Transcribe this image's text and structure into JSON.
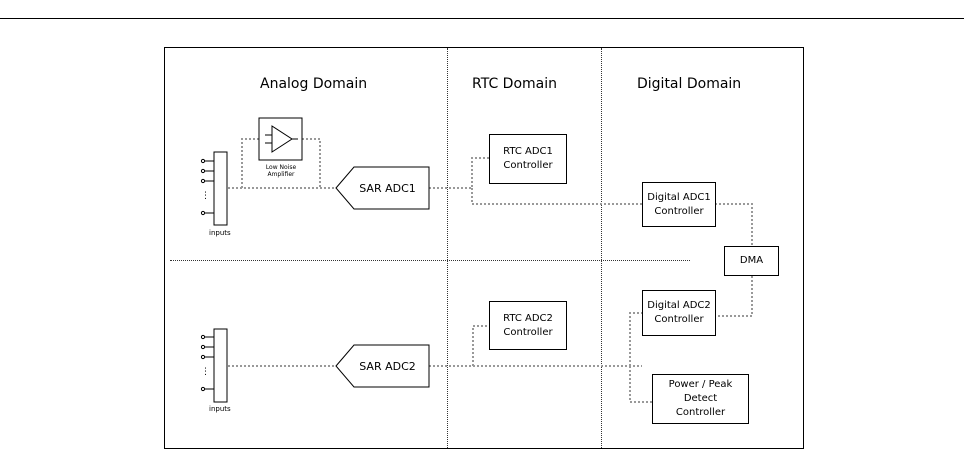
{
  "domains": {
    "analog": "Analog Domain",
    "rtc": "RTC Domain",
    "digital": "Digital Domain"
  },
  "blocks": {
    "lna": "Low Noise\nAmplifier",
    "sar_adc1": "SAR ADC1",
    "sar_adc2": "SAR ADC2",
    "rtc_adc1": "RTC ADC1\nController",
    "rtc_adc2": "RTC ADC2\nController",
    "dig_adc1": "Digital ADC1\nController",
    "dig_adc2": "Digital ADC2\nController",
    "dma": "DMA",
    "power_peak": "Power / Peak\nDetect\nController"
  },
  "inputs": {
    "label_top": "inputs",
    "label_bottom": "inputs",
    "ellipsis": "⋮"
  }
}
